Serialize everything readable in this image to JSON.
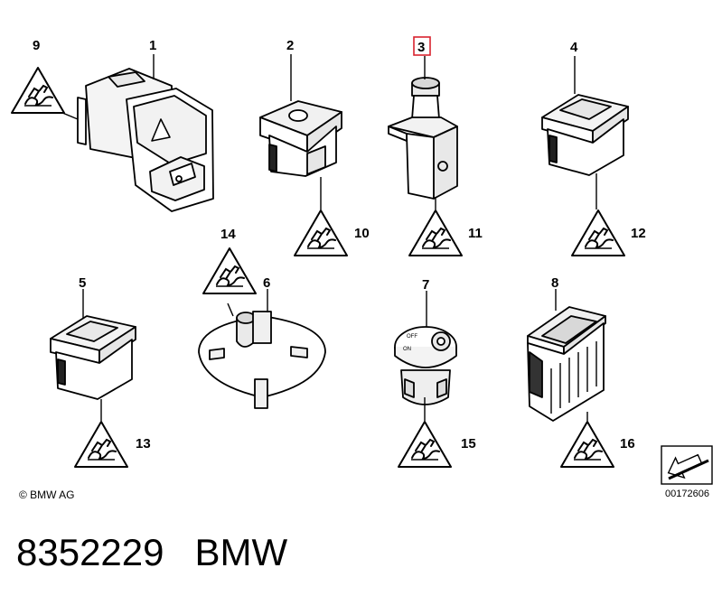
{
  "callouts": [
    {
      "id": "9",
      "label": "9"
    },
    {
      "id": "1",
      "label": "1"
    },
    {
      "id": "2",
      "label": "2"
    },
    {
      "id": "3",
      "label": "3",
      "highlight": true
    },
    {
      "id": "4",
      "label": "4"
    },
    {
      "id": "10",
      "label": "10"
    },
    {
      "id": "11",
      "label": "11"
    },
    {
      "id": "12",
      "label": "12"
    },
    {
      "id": "14",
      "label": "14"
    },
    {
      "id": "5",
      "label": "5"
    },
    {
      "id": "6",
      "label": "6"
    },
    {
      "id": "7",
      "label": "7"
    },
    {
      "id": "8",
      "label": "8"
    },
    {
      "id": "13",
      "label": "13"
    },
    {
      "id": "15",
      "label": "15"
    },
    {
      "id": "16",
      "label": "16"
    }
  ],
  "copyright": "© BMW AG",
  "diagram_ref": "00172606",
  "part_number": "8352229",
  "brand": "BMW",
  "lock_labels": {
    "off": "OFF",
    "on": "ON"
  },
  "colors": {
    "line": "#000000",
    "highlight": "#d9232f",
    "fill": "#ffffff",
    "shade": "#e4e4e4"
  },
  "icons": [
    "warning-triangle-connector-icon",
    "arrow-block-icon"
  ]
}
